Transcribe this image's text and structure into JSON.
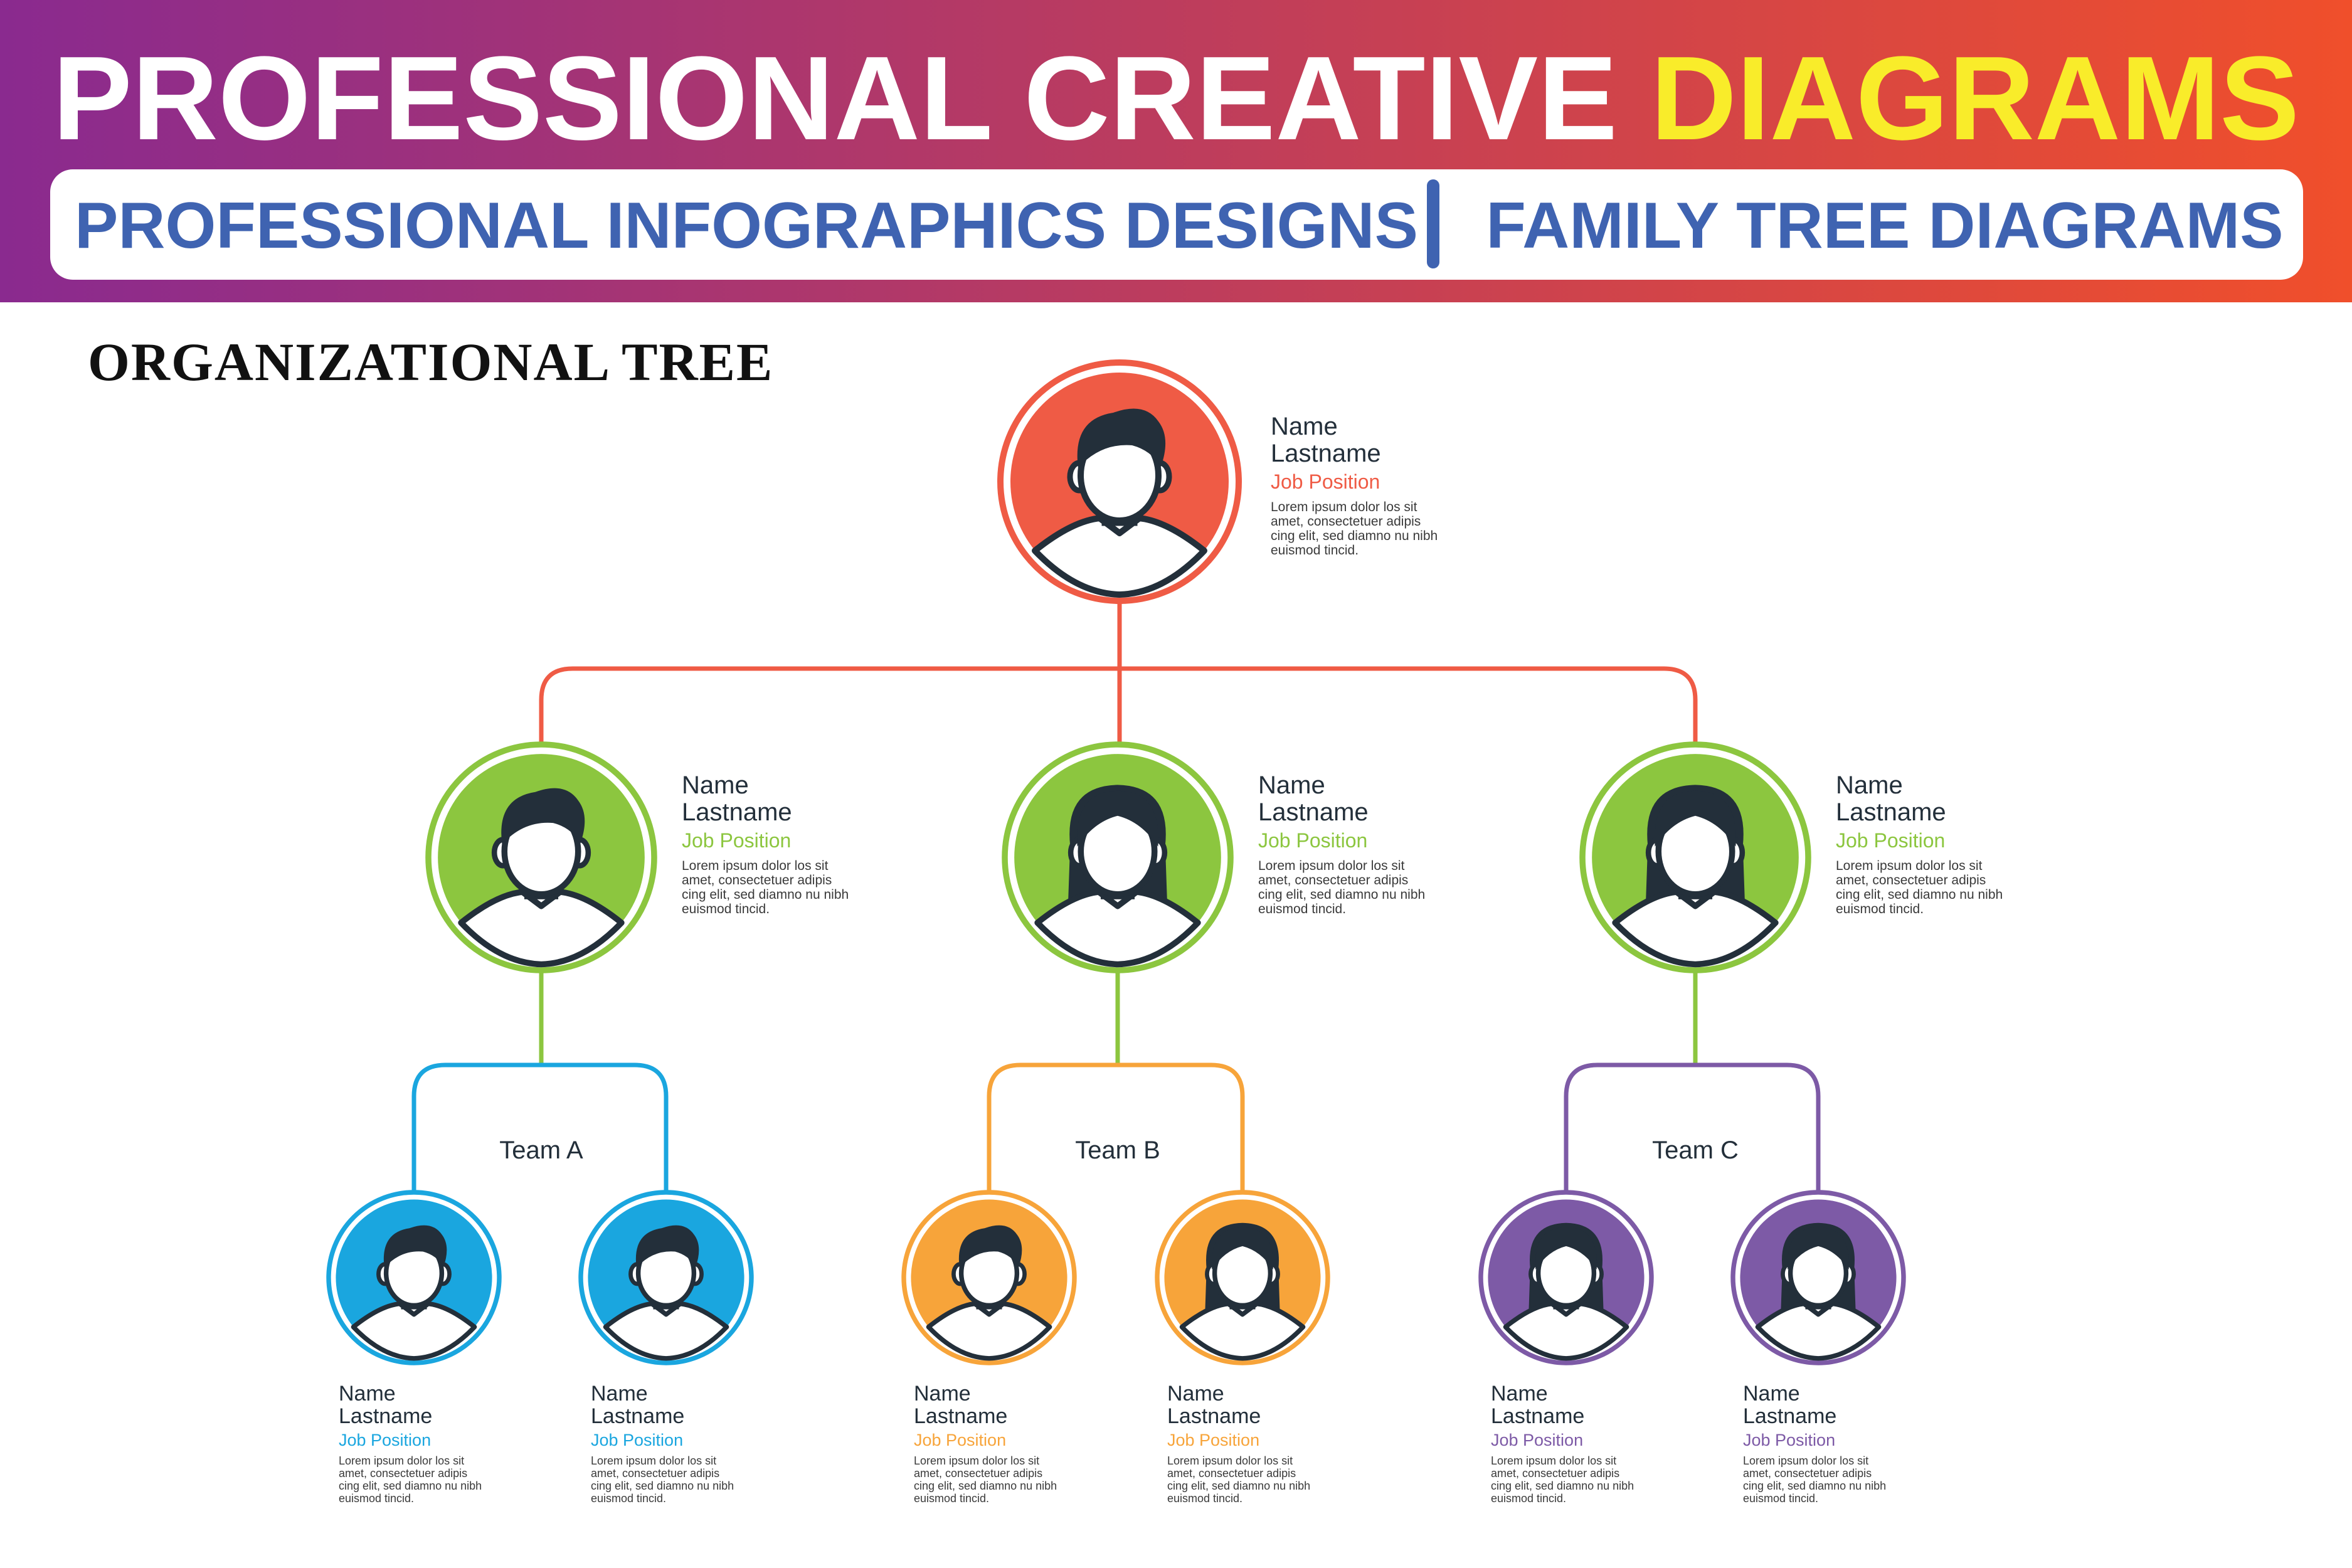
{
  "banner": {
    "title_part1": "PROFESSIONAL CREATIVE ",
    "title_part2": "DIAGRAMS",
    "subtitle_left": "PROFESSIONAL INFOGRAPHICS DESIGNS",
    "subtitle_right": "FAMILY TREE DIAGRAMS",
    "gradient_start": "#8a2a8f",
    "gradient_end": "#f04f2b",
    "yellow": "#f9ec2a",
    "sub_text_color": "#3f63b1"
  },
  "diagram": {
    "section_title": "ORGANIZATIONAL TREE",
    "colors": {
      "red": "#ef5b45",
      "green": "#8cc63f",
      "blue": "#1aa6df",
      "orange": "#f7a43a",
      "purple": "#7d5aa6",
      "dark": "#232f3a"
    },
    "description": [
      "Lorem ipsum dolor los sit",
      "amet, consectetuer adipis",
      "cing elit, sed diamno nu nibh",
      "euismod tincid."
    ],
    "root": {
      "name": "Name",
      "lastname": "Lastname",
      "position": "Job Position",
      "color_key": "red",
      "gender": "male"
    },
    "managers": [
      {
        "name": "Name",
        "lastname": "Lastname",
        "position": "Job Position",
        "color_key": "green",
        "gender": "male"
      },
      {
        "name": "Name",
        "lastname": "Lastname",
        "position": "Job Position",
        "color_key": "green",
        "gender": "female"
      },
      {
        "name": "Name",
        "lastname": "Lastname",
        "position": "Job Position",
        "color_key": "green",
        "gender": "female"
      }
    ],
    "teams": [
      {
        "label": "Team A",
        "color_key": "blue",
        "members": [
          {
            "name": "Name",
            "lastname": "Lastname",
            "position": "Job Position",
            "gender": "male"
          },
          {
            "name": "Name",
            "lastname": "Lastname",
            "position": "Job Position",
            "gender": "male"
          }
        ]
      },
      {
        "label": "Team B",
        "color_key": "orange",
        "members": [
          {
            "name": "Name",
            "lastname": "Lastname",
            "position": "Job Position",
            "gender": "male"
          },
          {
            "name": "Name",
            "lastname": "Lastname",
            "position": "Job Position",
            "gender": "female"
          }
        ]
      },
      {
        "label": "Team C",
        "color_key": "purple",
        "members": [
          {
            "name": "Name",
            "lastname": "Lastname",
            "position": "Job Position",
            "gender": "female"
          },
          {
            "name": "Name",
            "lastname": "Lastname",
            "position": "Job Position",
            "gender": "female"
          }
        ]
      }
    ]
  }
}
